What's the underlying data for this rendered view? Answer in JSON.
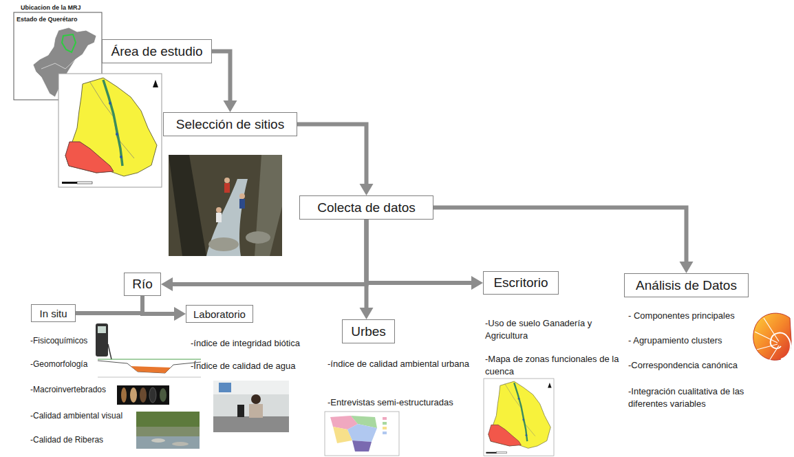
{
  "diagram": {
    "nodes": [
      {
        "text": [
          "Área de estudio"
        ]
      },
      {
        "text": [
          "Selección de sitios"
        ]
      },
      {
        "text": [
          "Colecta de datos"
        ]
      },
      {
        "text": [
          "Río"
        ]
      },
      {
        "text": [
          "In situ"
        ]
      },
      {
        "text": [
          "Laboratorio"
        ]
      },
      {
        "text": [
          "Urbes"
        ]
      },
      {
        "text": [
          "Escritorio"
        ]
      },
      {
        "text": [
          "Análisis de Datos"
        ]
      }
    ],
    "edges": [
      {
        "from": 0,
        "to": 1,
        "arrow": "to"
      },
      {
        "from": 1,
        "to": 2,
        "arrow": "to"
      },
      {
        "from": 2,
        "to": 8,
        "arrow": "to"
      },
      {
        "from": 2,
        "to": 3,
        "arrow": "to"
      },
      {
        "from": 2,
        "to": 7,
        "arrow": "to"
      },
      {
        "from": 2,
        "to": 6,
        "arrow": "to"
      },
      {
        "from": 3,
        "to": 4,
        "arrow": "none"
      },
      {
        "from": 3,
        "to": 5,
        "arrow": "to"
      }
    ],
    "labels": [
      "Ubicacion de la MRJ",
      "Estado de Querétaro",
      "-Fisicoquímicos",
      "-Geomorfología",
      "-Macroinvertebrados",
      "-Calidad ambiental visual",
      "-Calidad de Riberas",
      "-índice de integridad biótica",
      "-Índice de calidad de agua",
      "-índice de calidad ambiental urbana",
      "-Entrevistas semi-estructuradas",
      "-Uso de suelo Ganadería y Agricultura",
      "-Mapa de zonas funcionales de la cuenca",
      "- Componentes principales",
      "- Agrupamiento clusters",
      "-Correspondencia canónica",
      "-Integración cualitativa de las diferentes variables"
    ]
  }
}
